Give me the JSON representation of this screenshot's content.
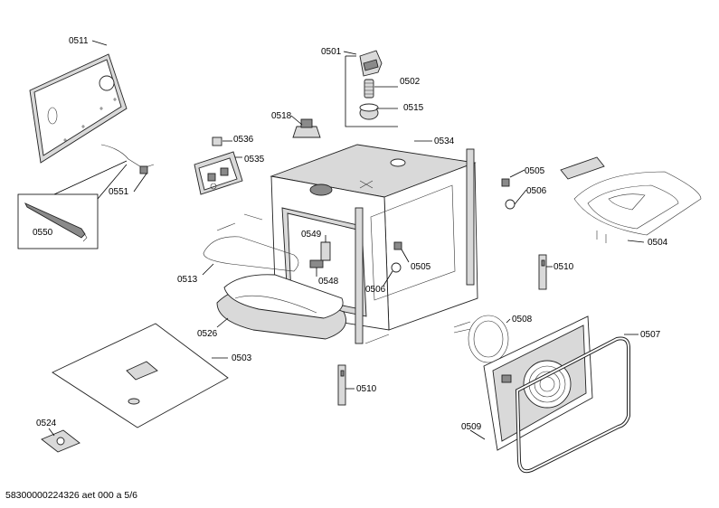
{
  "labels": {
    "p0511": "0511",
    "p0501": "0501",
    "p0502": "0502",
    "p0515": "0515",
    "p0518": "0518",
    "p0536": "0536",
    "p0535": "0535",
    "p0534": "0534",
    "p0505a": "0505",
    "p0506a": "0506",
    "p0551": "0551",
    "p0550": "0550",
    "p0549": "0549",
    "p0548": "0548",
    "p0505b": "0505",
    "p0506b": "0506",
    "p0513": "0513",
    "p0504": "0504",
    "p0510a": "0510",
    "p0508": "0508",
    "p0526": "0526",
    "p0507": "0507",
    "p0503": "0503",
    "p0510b": "0510",
    "p0509": "0509",
    "p0524": "0524"
  },
  "footer": "58300000224326 aet 000 a 5/6"
}
